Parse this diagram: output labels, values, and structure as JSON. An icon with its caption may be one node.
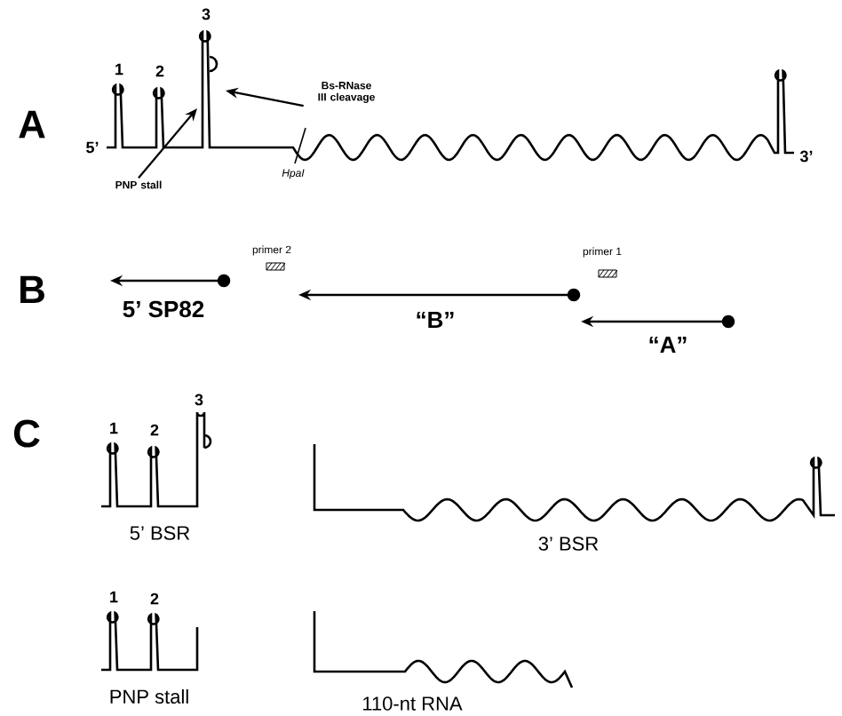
{
  "diagram": {
    "nodes": [
      {
        "text": [
          "Bs-RNase III cleavage"
        ]
      },
      {
        "text": [
          "PNP stall"
        ]
      }
    ],
    "edges": [
      {
        "from": 0,
        "to": null,
        "arrow": "to"
      },
      {
        "from": 1,
        "to": null,
        "arrow": "to"
      }
    ],
    "labels": [
      "A",
      "3",
      "1",
      "2",
      "5’",
      "3’",
      "HpaI",
      "B",
      "primer 2",
      "primer 1",
      "5’ SP82",
      "“B”",
      "“A”",
      "C",
      "1",
      "2",
      "3",
      "5’ BSR",
      "3’ BSR",
      "1",
      "2",
      "PNP stall",
      "110-nt RNA"
    ]
  }
}
